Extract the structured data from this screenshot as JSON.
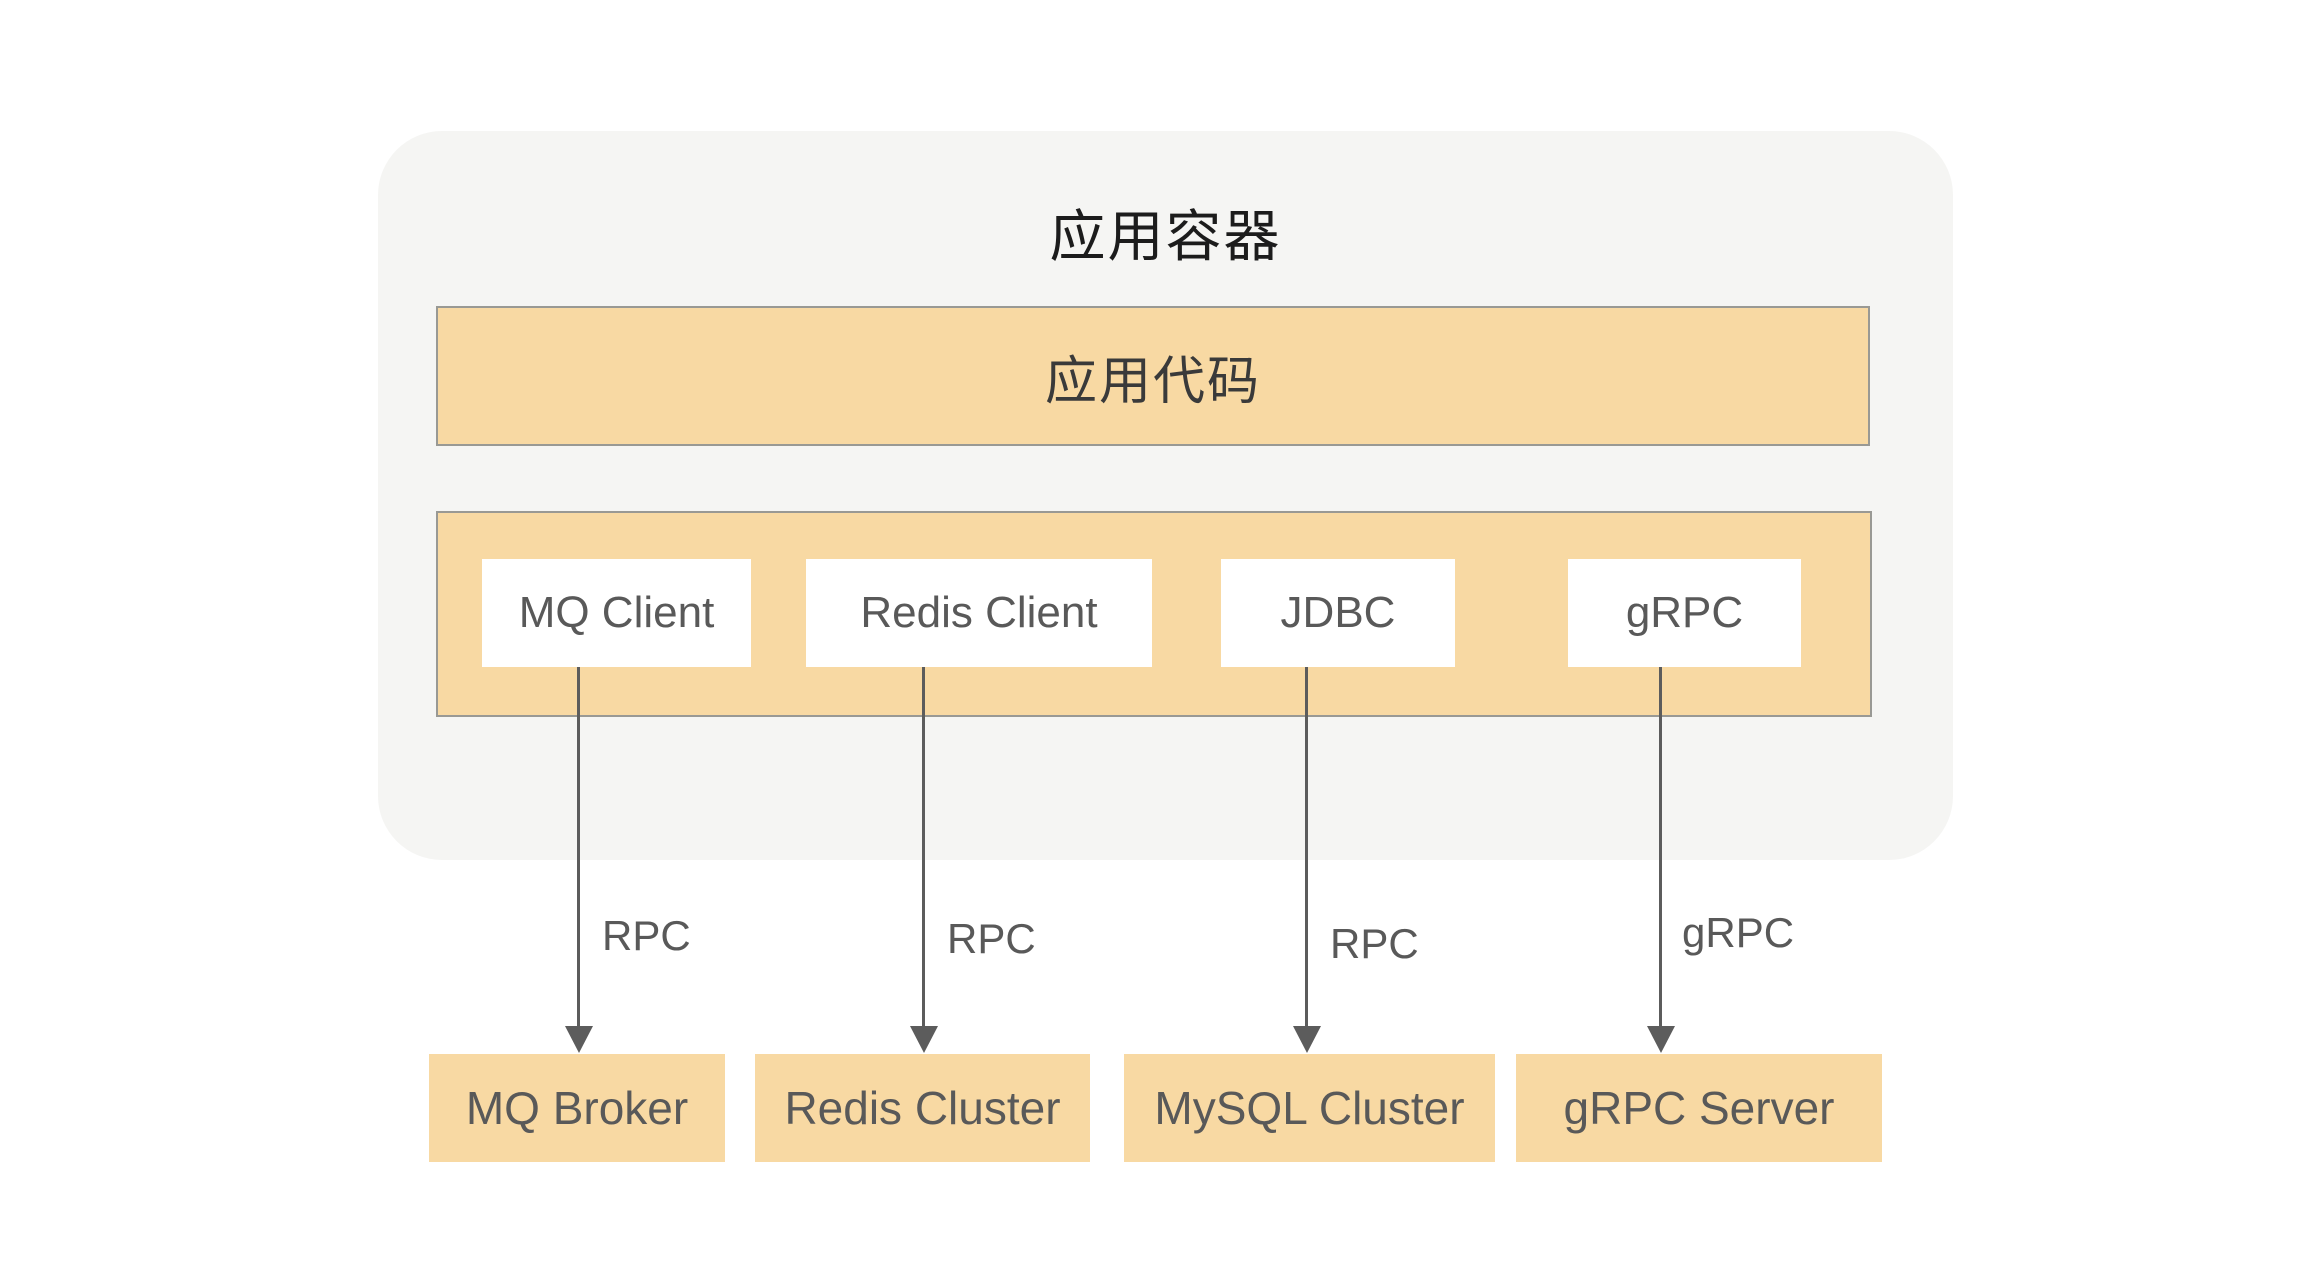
{
  "diagram": {
    "container": {
      "title": "应用容器",
      "app_code_label": "应用代码"
    },
    "clients": [
      {
        "label": "MQ Client"
      },
      {
        "label": "Redis Client"
      },
      {
        "label": "JDBC"
      },
      {
        "label": "gRPC"
      }
    ],
    "connections": [
      {
        "label": "RPC"
      },
      {
        "label": "RPC"
      },
      {
        "label": "RPC"
      },
      {
        "label": "gRPC"
      }
    ],
    "servers": [
      {
        "label": "MQ Broker"
      },
      {
        "label": "Redis Cluster"
      },
      {
        "label": "MySQL Cluster"
      },
      {
        "label": "gRPC Server"
      }
    ],
    "colors": {
      "accent_fill": "#F8D9A3",
      "container_bg": "#F5F5F3",
      "box_border": "#999994",
      "title_text": "#1C1C1C",
      "label_text": "#595959",
      "arrow": "#5C5C5C"
    }
  }
}
